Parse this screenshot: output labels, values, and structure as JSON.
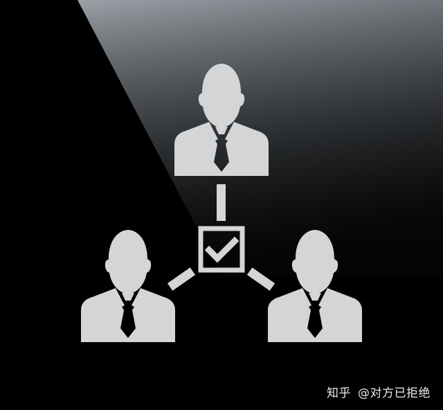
{
  "diagram": {
    "background_color": "#000000",
    "gloss_color": "#8c9298",
    "icon_color": "#d3d5d7",
    "nodes": [
      {
        "id": "top",
        "icon": "businessman-icon"
      },
      {
        "id": "left",
        "icon": "businessman-icon"
      },
      {
        "id": "right",
        "icon": "businessman-icon"
      }
    ],
    "center": {
      "icon": "checkmark-box-icon"
    },
    "connectors": [
      "top-to-center",
      "left-to-center",
      "right-to-center"
    ]
  },
  "watermark": {
    "site": "知乎",
    "author": "@对方已拒绝"
  }
}
